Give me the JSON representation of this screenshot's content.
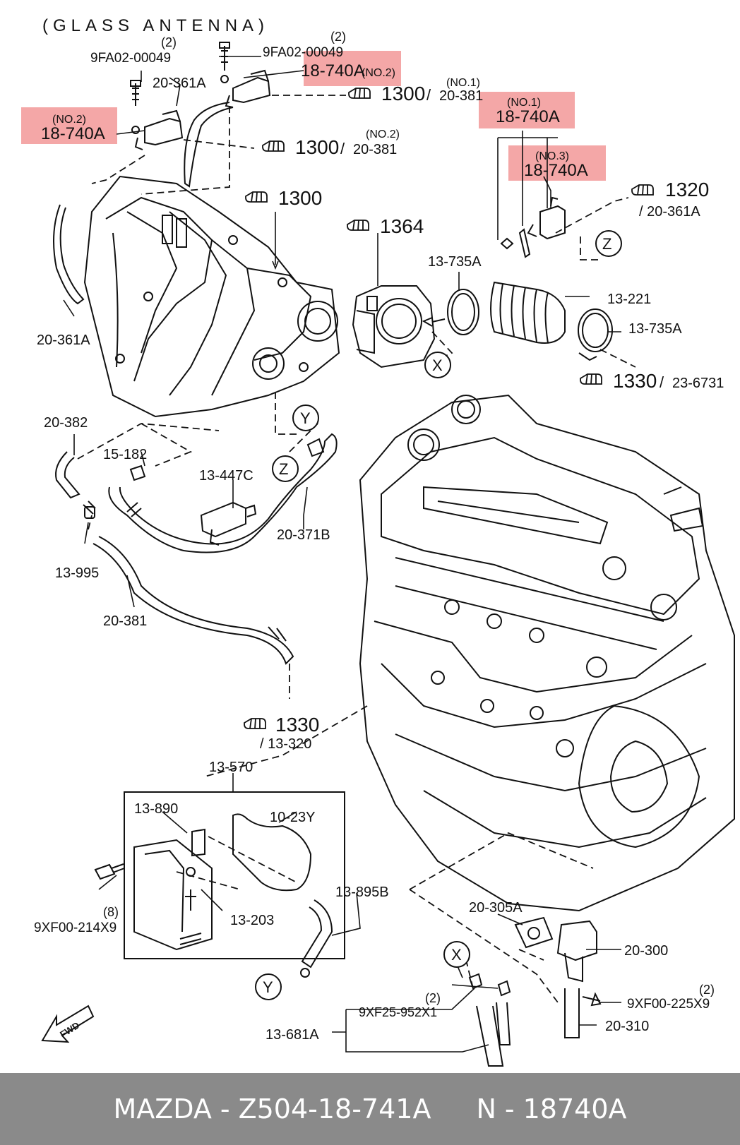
{
  "header": {
    "title": "(GLASS ANTENNA)"
  },
  "highlight_color": "#f4a7a7",
  "labels": {
    "qty_2_a": "(2)",
    "bolt_a": "9FA02-00049",
    "qty_2_b": "(2)",
    "bolt_b": "9FA02-00049",
    "sol_no2_top": "18-740A",
    "sol_no2_top_tag": "(NO.2)",
    "hose_361a_top": "20-361A",
    "ref_1300_a": "1300",
    "ref_20381_a_tag": "(NO.1)",
    "ref_20381_a": "20-381",
    "sol_no2_left_tag": "(NO.2)",
    "sol_no2_left": "18-740A",
    "ref_1300_b": "1300",
    "ref_20381_b_tag": "(NO.2)",
    "ref_20381_b": "20-381",
    "sol_no1_tag": "(NO.1)",
    "sol_no1": "18-740A",
    "sol_no3_tag": "(NO.3)",
    "sol_no3": "18-740A",
    "ref_1320": "1320",
    "ref_1320_sub": "/ 20-361A",
    "marker_z_top": "Z",
    "ref_1300_c": "1300",
    "ref_1364": "1364",
    "clamp_735a_top": "13-735A",
    "duct_221": "13-221",
    "clamp_735a_right": "13-735A",
    "ref_1330_a": "1330",
    "ref_1330_a_sub": "23-6731",
    "hose_361a_left": "20-361A",
    "marker_x_mid": "X",
    "marker_y_mid": "Y",
    "hose_382": "20-382",
    "clip_182": "15-182",
    "sol_447c": "13-447C",
    "marker_z_mid": "Z",
    "hose_371b": "20-371B",
    "valve_995": "13-995",
    "hose_381": "20-381",
    "ref_1330_b": "1330",
    "ref_1330_b_sub": "/ 13-320",
    "sep_570": "13-570",
    "pcv_890": "13-890",
    "gasket_23y": "10-23Y",
    "oring_203": "13-203",
    "qty_8": "(8)",
    "bolt_214": "9XF00-214X9",
    "hose_895b": "13-895B",
    "marker_y_low": "Y",
    "gasket_305a": "20-305A",
    "egr_300": "20-300",
    "marker_x_low": "X",
    "qty_2_c": "(2)",
    "clip_952": "9XF25-952X1",
    "qty_2_d": "(2)",
    "bolt_225": "9XF00-225X9",
    "hose_681a": "13-681A",
    "pipe_310": "20-310",
    "fwd": "FWD"
  },
  "footer": {
    "brand": "MAZDA",
    "dash1": "-",
    "part": "Z504-18-741A",
    "n": "N",
    "dash2": "-",
    "code": "18740A"
  }
}
